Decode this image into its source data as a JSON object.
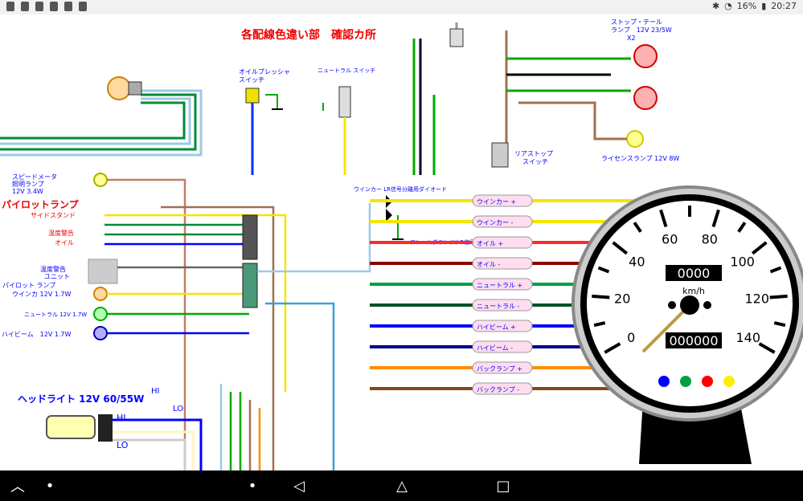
{
  "status_bar": {
    "battery": "16%",
    "time": "20:27"
  },
  "diagram": {
    "title": "各配線色違い部　確認カ所",
    "labels": {
      "oil_pressure": "オイルプレッシャ\nスイッチ",
      "neutral_switch": "ニュートラル スイッチ",
      "stop_tail": "ストップ・テール\nランプ　12V 23/5W\nX2",
      "rear_stop": "リアストップ\nスイッチ",
      "license": "ライセンスランプ 12V 8W",
      "speedo_lamp": "スピードメータ\n照明ランプ\n12V 3.4W",
      "pilot_lamp": "パイロットランプ",
      "side_stand": "サイドスタンド",
      "temp_warn": "温度警告",
      "oil": "オイル",
      "temp_unit": "温度警告\nユニット",
      "pilot_winker": "パイロット ランプ\nウインカ 12V 1.7W",
      "neutral_lamp": "ニュートラル 12V 1.7W",
      "highbeam_lamp": "ハイビーム　12V 1.7W",
      "diode": "ウインカー LR信号分離用ダイオード",
      "frame_ground": "フレームグランド(LR信号分離用アース)",
      "headlight": "ヘッドライト 12V 60/55W",
      "hi": "HI",
      "lo": "LO"
    },
    "wire_tags": [
      {
        "label": "ウインカー +",
        "color": "#f5e400"
      },
      {
        "label": "ウインカー -",
        "color": "#f5e400"
      },
      {
        "label": "オイル +",
        "color": "#ff2a2a"
      },
      {
        "label": "オイル -",
        "color": "#8b0000"
      },
      {
        "label": "ニュートラル +",
        "color": "#00a040"
      },
      {
        "label": "ニュートラル -",
        "color": "#005028"
      },
      {
        "label": "ハイビーム +",
        "color": "#0000ff"
      },
      {
        "label": "ハイビーム -",
        "color": "#00008b"
      },
      {
        "label": "バックランプ +",
        "color": "#ff8c00"
      },
      {
        "label": "バックランプ -",
        "color": "#8b4513"
      }
    ],
    "speedometer": {
      "ticks": [
        "0",
        "20",
        "40",
        "60",
        "80",
        "100",
        "120",
        "140"
      ],
      "odometer": "0000",
      "trip": "000000",
      "unit": "km/h",
      "indicator_colors": [
        "#0000ff",
        "#00a040",
        "#ff0000",
        "#ffee00"
      ]
    }
  },
  "nav": {
    "back": "back-button",
    "home": "home-button",
    "recent": "recent-apps-button"
  }
}
